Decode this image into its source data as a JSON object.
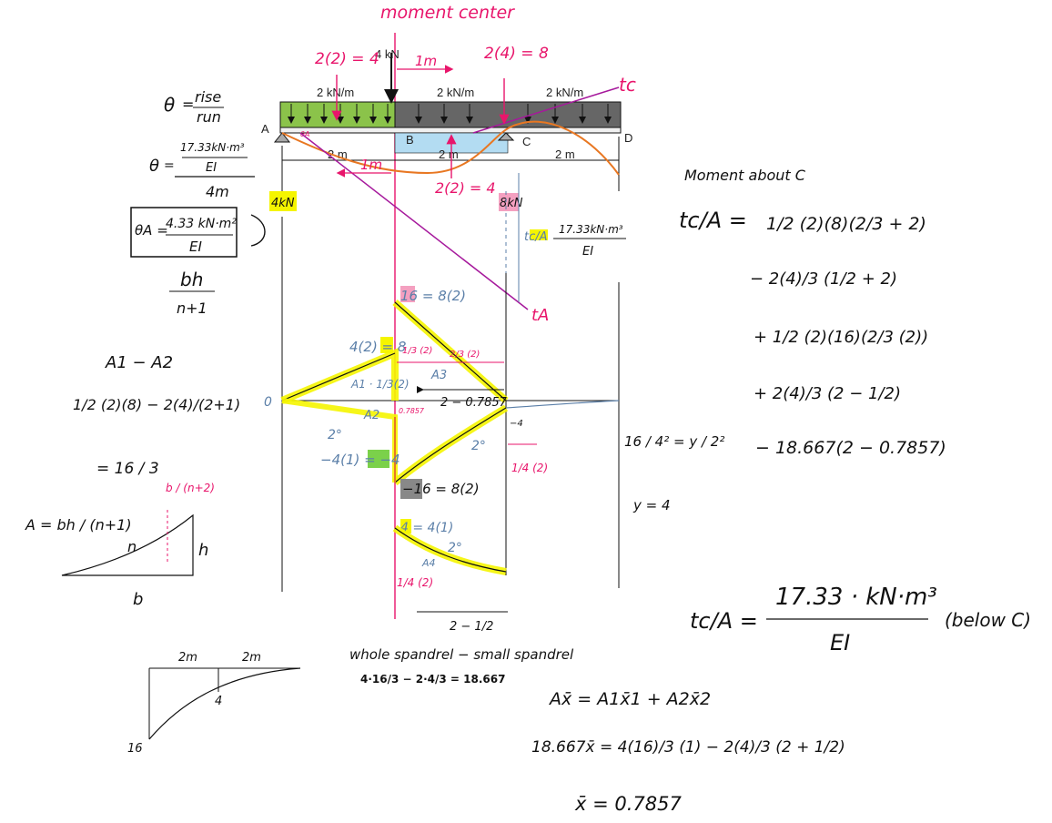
{
  "colors": {
    "ink": "#111111",
    "pink": "#e8156b",
    "blue": "#5b7fa8",
    "orange": "#e87722",
    "purple": "#a6199c",
    "beam_load_green": "#8bc34a",
    "beam_load_grey": "#666666",
    "blue_fill": "#b3dcf2",
    "highlight_yellow": "#f5f500",
    "highlight_green": "#7bd14a",
    "highlight_pink": "#f4a0c0",
    "highlight_grey": "#888888"
  },
  "header": {
    "moment_center": "moment center"
  },
  "beam": {
    "load_left": "2 kN/m",
    "load_mid": "2 kN/m",
    "load_right": "2 kN/m",
    "point_load": "4 kN",
    "support_a": "A",
    "point_b": "B",
    "support_c": "C",
    "end_d": "D",
    "theta_a_small": "θA",
    "dim_1": "2 m",
    "dim_2": "2 m",
    "dim_3": "2 m",
    "res_a": "4kN",
    "res_c": "8kN",
    "tc": "tc",
    "ta": "tA",
    "tca_label": "tc/A",
    "tca_num": "17.33kN·m³",
    "tca_den": "EI"
  },
  "pink_notes": {
    "force_1": "2(2) = 4",
    "force_2": "2(4) = 8",
    "force_3": "2(2) = 4",
    "one_m_top": "1m",
    "one_m_mid": "1m"
  },
  "left_notes": {
    "theta": "θ",
    "rise": "rise",
    "run": "run",
    "frac_num": "17.33kN·m³",
    "frac_den": "EI",
    "four_m": "4m",
    "theta_a_lhs": "θA =",
    "theta_a_num": "4.33 kN·m²",
    "theta_a_den": "EI",
    "bh": "bh",
    "n1": "n+1",
    "a1_a2": "A1 − A2",
    "calc_line": "1/2 (2)(8) − 2(4)/(2+1)",
    "eq_16_3": "= 16 / 3",
    "area_formula": "A = bh / (n+1)",
    "label_n": "n",
    "label_h": "h",
    "label_b": "b",
    "b_n2": "b / (n+2)"
  },
  "moment_diagram": {
    "zero": "0",
    "val_16": "16 = 8(2)",
    "val_8": "4(2) = 8",
    "third": "1/3 (2)",
    "two_thirds": "2/3 (2)",
    "a3": "A3",
    "a1": "A1 · 1/3(2)",
    "a2": "A2",
    "dist_small": "0.7857",
    "dist": "2 − 0.7857",
    "neg4_label": "−4(1) = −4",
    "second_deg_left": "2°",
    "second_deg_right": "2°",
    "neg16": "−16 = 8(2)",
    "minus_four": "−4",
    "quarter_2": "1/4 (2)",
    "y_prop": "16 / 4² = y / 2²",
    "y_eq": "y = 4"
  },
  "lower_diagram": {
    "val_4": "4 = 4(1)",
    "deg": "2°",
    "a4": "A4",
    "quarter": "1/4 (2)",
    "two_minus_half": "2 − 1/2",
    "whole_spandrel": "whole spandrel − small spandrel",
    "spandrel_formula": "4·16/3 − 2·4/3 = 18.667",
    "spandrel_2m_a": "2m",
    "spandrel_2m_b": "2m",
    "spandrel_4": "4",
    "spandrel_16": "16"
  },
  "right_notes": {
    "title": "Moment about C",
    "tca_lhs": "tc/A =",
    "term1": "1/2 (2)(8)(2/3 + 2)",
    "term2": "− 2(4)/3 (1/2 + 2)",
    "term3": "+ 1/2 (2)(16)(2/3 (2))",
    "term4": "+ 2(4)/3 (2 − 1/2)",
    "term5": "− 18.667(2 − 0.7857)",
    "final_lhs": "tc/A =",
    "final_num": "17.33 · kN·m³",
    "final_den": "EI",
    "below_c": "(below C)",
    "ax_eq": "Ax̄ = A1x̄1 + A2x̄2",
    "ax_calc": "18.667x̄ = 4(16)/3 (1) − 2(4)/3 (2 + 1/2)",
    "xbar": "x̄ = 0.7857"
  }
}
